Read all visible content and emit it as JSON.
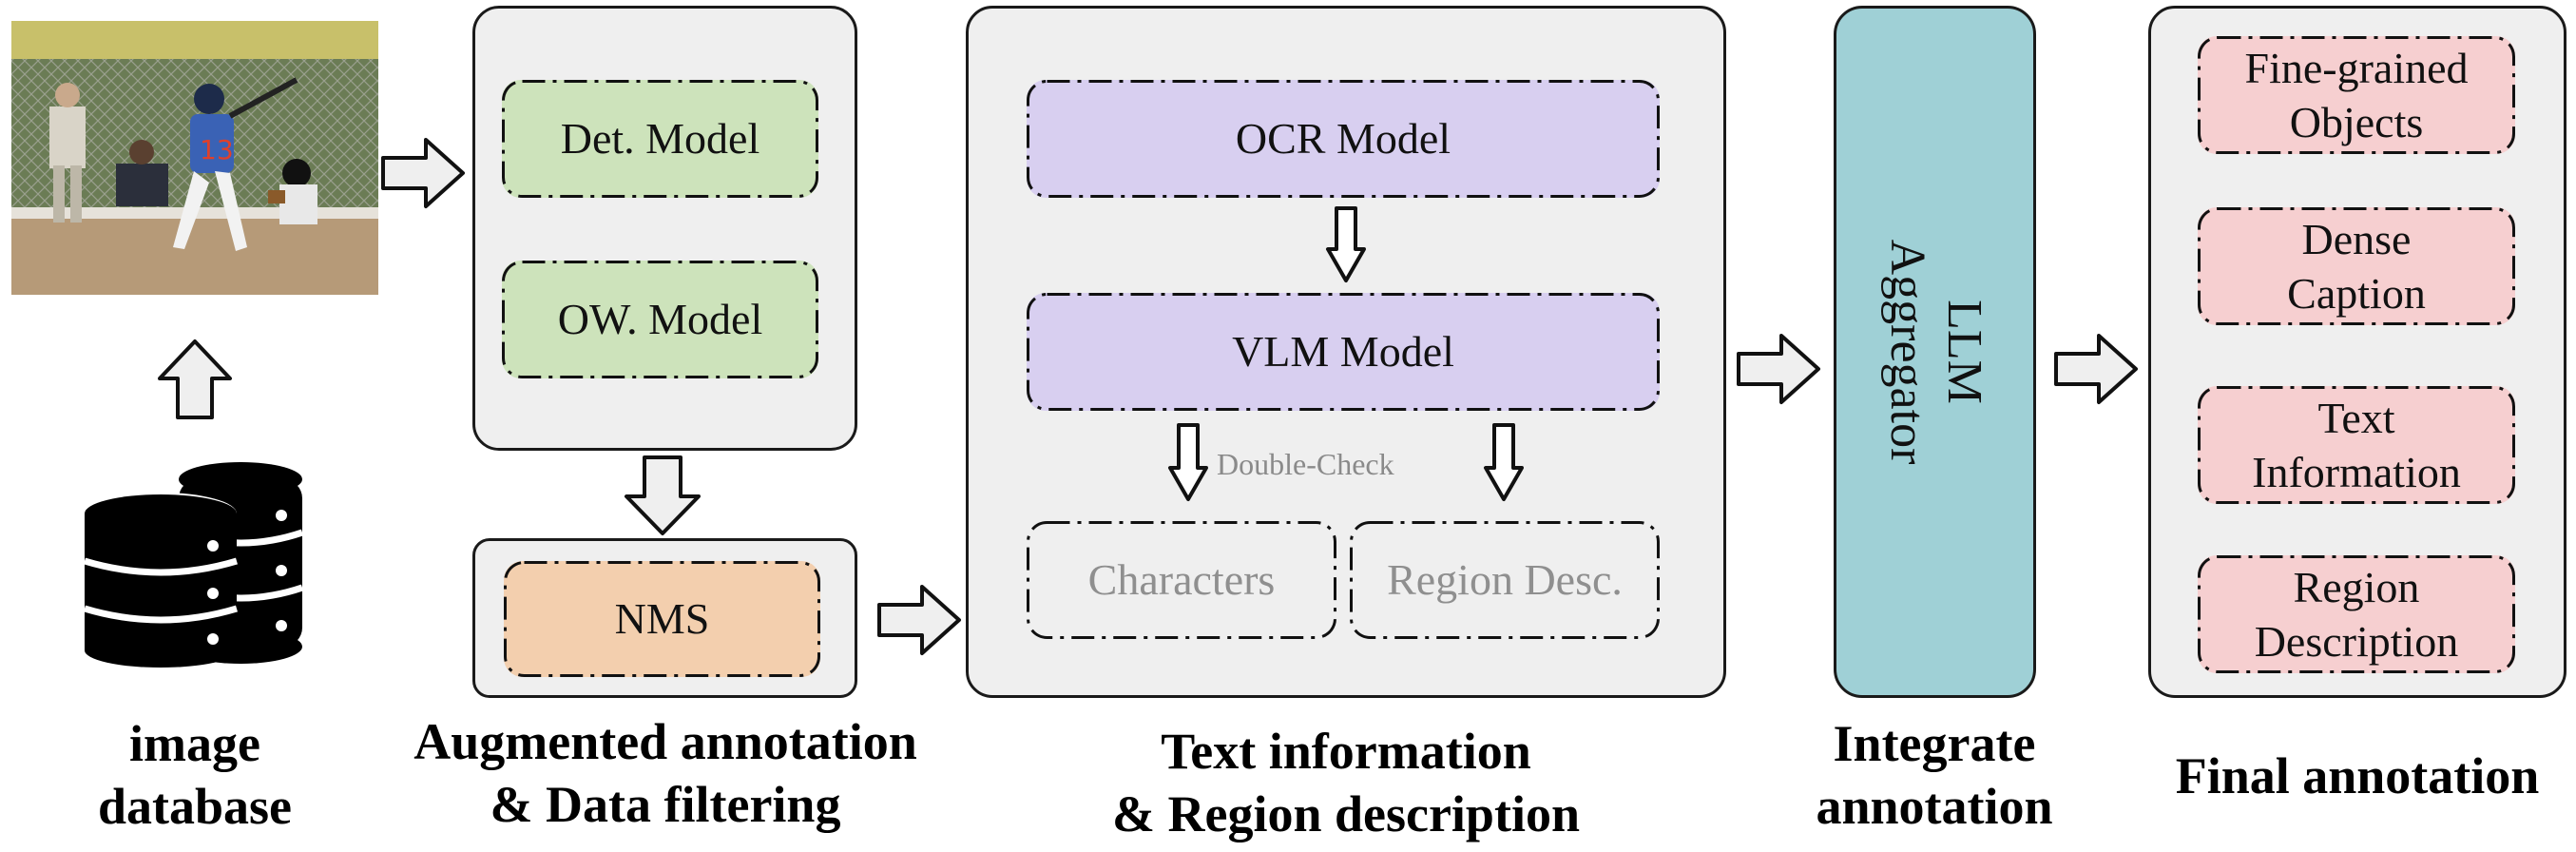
{
  "image_database": {
    "label_line1": "image",
    "label_line2": "database"
  },
  "augmented": {
    "det_model": "Det. Model",
    "ow_model": "OW. Model",
    "nms": "NMS",
    "label_line1": "Augmented annotation",
    "label_line2": "& Data filtering"
  },
  "text_region": {
    "ocr_model": "OCR Model",
    "vlm_model": "VLM Model",
    "double_check": "Double-Check",
    "characters": "Characters",
    "region_desc": "Region Desc.",
    "label_line1": "Text information",
    "label_line2": "& Region description"
  },
  "integrate": {
    "llm_line1": "LLM",
    "llm_line2": "Aggregator",
    "label_line1": "Integrate",
    "label_line2": "annotation"
  },
  "final": {
    "items": [
      {
        "line1": "Fine-grained",
        "line2": "Objects"
      },
      {
        "line1": "Dense",
        "line2": "Caption"
      },
      {
        "line1": "Text",
        "line2": "Information"
      },
      {
        "line1": "Region",
        "line2": "Description"
      }
    ],
    "label": "Final annotation"
  },
  "colors": {
    "panel": "#efefef",
    "green": "#cde3bb",
    "orange": "#f3cfae",
    "purple": "#d8cff0",
    "pink": "#f6cfd0",
    "teal": "#9fd0d6"
  }
}
